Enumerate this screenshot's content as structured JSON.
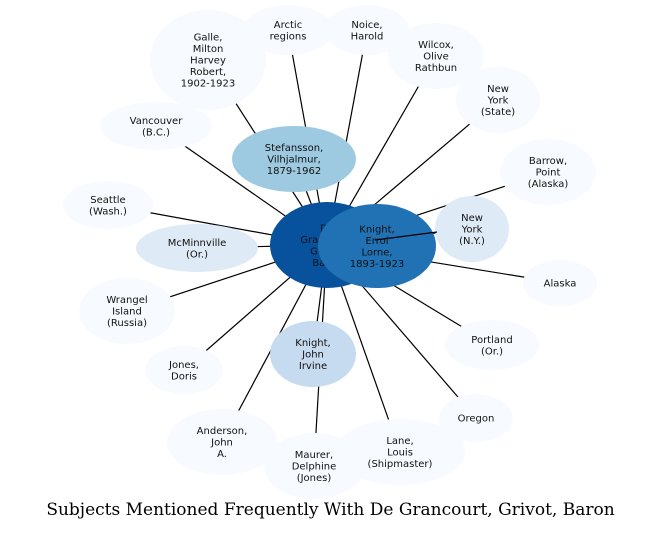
{
  "caption": "Subjects Mentioned Frequently With De Grancourt, Grivot, Baron",
  "center_node": {
    "id": "center",
    "lines": [
      "De",
      "Grancourt,",
      "Grivot,",
      "Baron"
    ],
    "color": "#08519c"
  },
  "nodes": [
    {
      "id": "galle",
      "lines": [
        "Galle,",
        "Milton",
        "Harvey",
        "Robert,",
        "1902-1923"
      ],
      "color": "#f7fbff"
    },
    {
      "id": "arctic",
      "lines": [
        "Arctic",
        "regions"
      ],
      "color": "#f7fbff"
    },
    {
      "id": "noice",
      "lines": [
        "Noice,",
        "Harold"
      ],
      "color": "#f7fbff"
    },
    {
      "id": "wilcox",
      "lines": [
        "Wilcox,",
        "Olive",
        "Rathbun"
      ],
      "color": "#f7fbff"
    },
    {
      "id": "ny-state",
      "lines": [
        "New",
        "York",
        "(State)"
      ],
      "color": "#f7fbff"
    },
    {
      "id": "barrow",
      "lines": [
        "Barrow,",
        "Point",
        "(Alaska)"
      ],
      "color": "#f7fbff"
    },
    {
      "id": "ny-ny",
      "lines": [
        "New",
        "York",
        "(N.Y.)"
      ],
      "color": "#deebf7"
    },
    {
      "id": "alaska",
      "lines": [
        "Alaska"
      ],
      "color": "#f7fbff"
    },
    {
      "id": "portland",
      "lines": [
        "Portland",
        "(Or.)"
      ],
      "color": "#f7fbff"
    },
    {
      "id": "oregon",
      "lines": [
        "Oregon"
      ],
      "color": "#f7fbff"
    },
    {
      "id": "lane",
      "lines": [
        "Lane,",
        "Louis",
        "(Shipmaster)"
      ],
      "color": "#f7fbff"
    },
    {
      "id": "maurer",
      "lines": [
        "Maurer,",
        "Delphine",
        "(Jones)"
      ],
      "color": "#f7fbff"
    },
    {
      "id": "anderson",
      "lines": [
        "Anderson,",
        "John",
        "A."
      ],
      "color": "#f7fbff"
    },
    {
      "id": "jones",
      "lines": [
        "Jones,",
        "Doris"
      ],
      "color": "#f7fbff"
    },
    {
      "id": "knight-john",
      "lines": [
        "Knight,",
        "John",
        "Irvine"
      ],
      "color": "#c6dbef"
    },
    {
      "id": "wrangel",
      "lines": [
        "Wrangel",
        "Island",
        "(Russia)"
      ],
      "color": "#f7fbff"
    },
    {
      "id": "mcminnville",
      "lines": [
        "McMinnville",
        "(Or.)"
      ],
      "color": "#deebf7"
    },
    {
      "id": "seattle",
      "lines": [
        "Seattle",
        "(Wash.)"
      ],
      "color": "#f7fbff"
    },
    {
      "id": "vancouver",
      "lines": [
        "Vancouver",
        "(B.C.)"
      ],
      "color": "#f7fbff"
    },
    {
      "id": "stefansson",
      "lines": [
        "Stefansson,",
        "Vilhjalmur,",
        "1879-1962"
      ],
      "color": "#9ecae1"
    },
    {
      "id": "knight-errol",
      "lines": [
        "Knight,",
        "Errol",
        "Lorne,",
        "1893-1923"
      ],
      "color": "#2171b5"
    }
  ],
  "edges": [
    [
      "center",
      "galle"
    ],
    [
      "center",
      "arctic"
    ],
    [
      "center",
      "noice"
    ],
    [
      "center",
      "wilcox"
    ],
    [
      "center",
      "ny-state"
    ],
    [
      "center",
      "barrow"
    ],
    [
      "center",
      "ny-ny"
    ],
    [
      "center",
      "alaska"
    ],
    [
      "center",
      "portland"
    ],
    [
      "center",
      "oregon"
    ],
    [
      "center",
      "lane"
    ],
    [
      "center",
      "maurer"
    ],
    [
      "center",
      "anderson"
    ],
    [
      "center",
      "jones"
    ],
    [
      "center",
      "knight-john"
    ],
    [
      "center",
      "wrangel"
    ],
    [
      "center",
      "mcminnville"
    ],
    [
      "center",
      "seattle"
    ],
    [
      "center",
      "vancouver"
    ],
    [
      "center",
      "stefansson"
    ],
    [
      "center",
      "knight-errol"
    ]
  ]
}
